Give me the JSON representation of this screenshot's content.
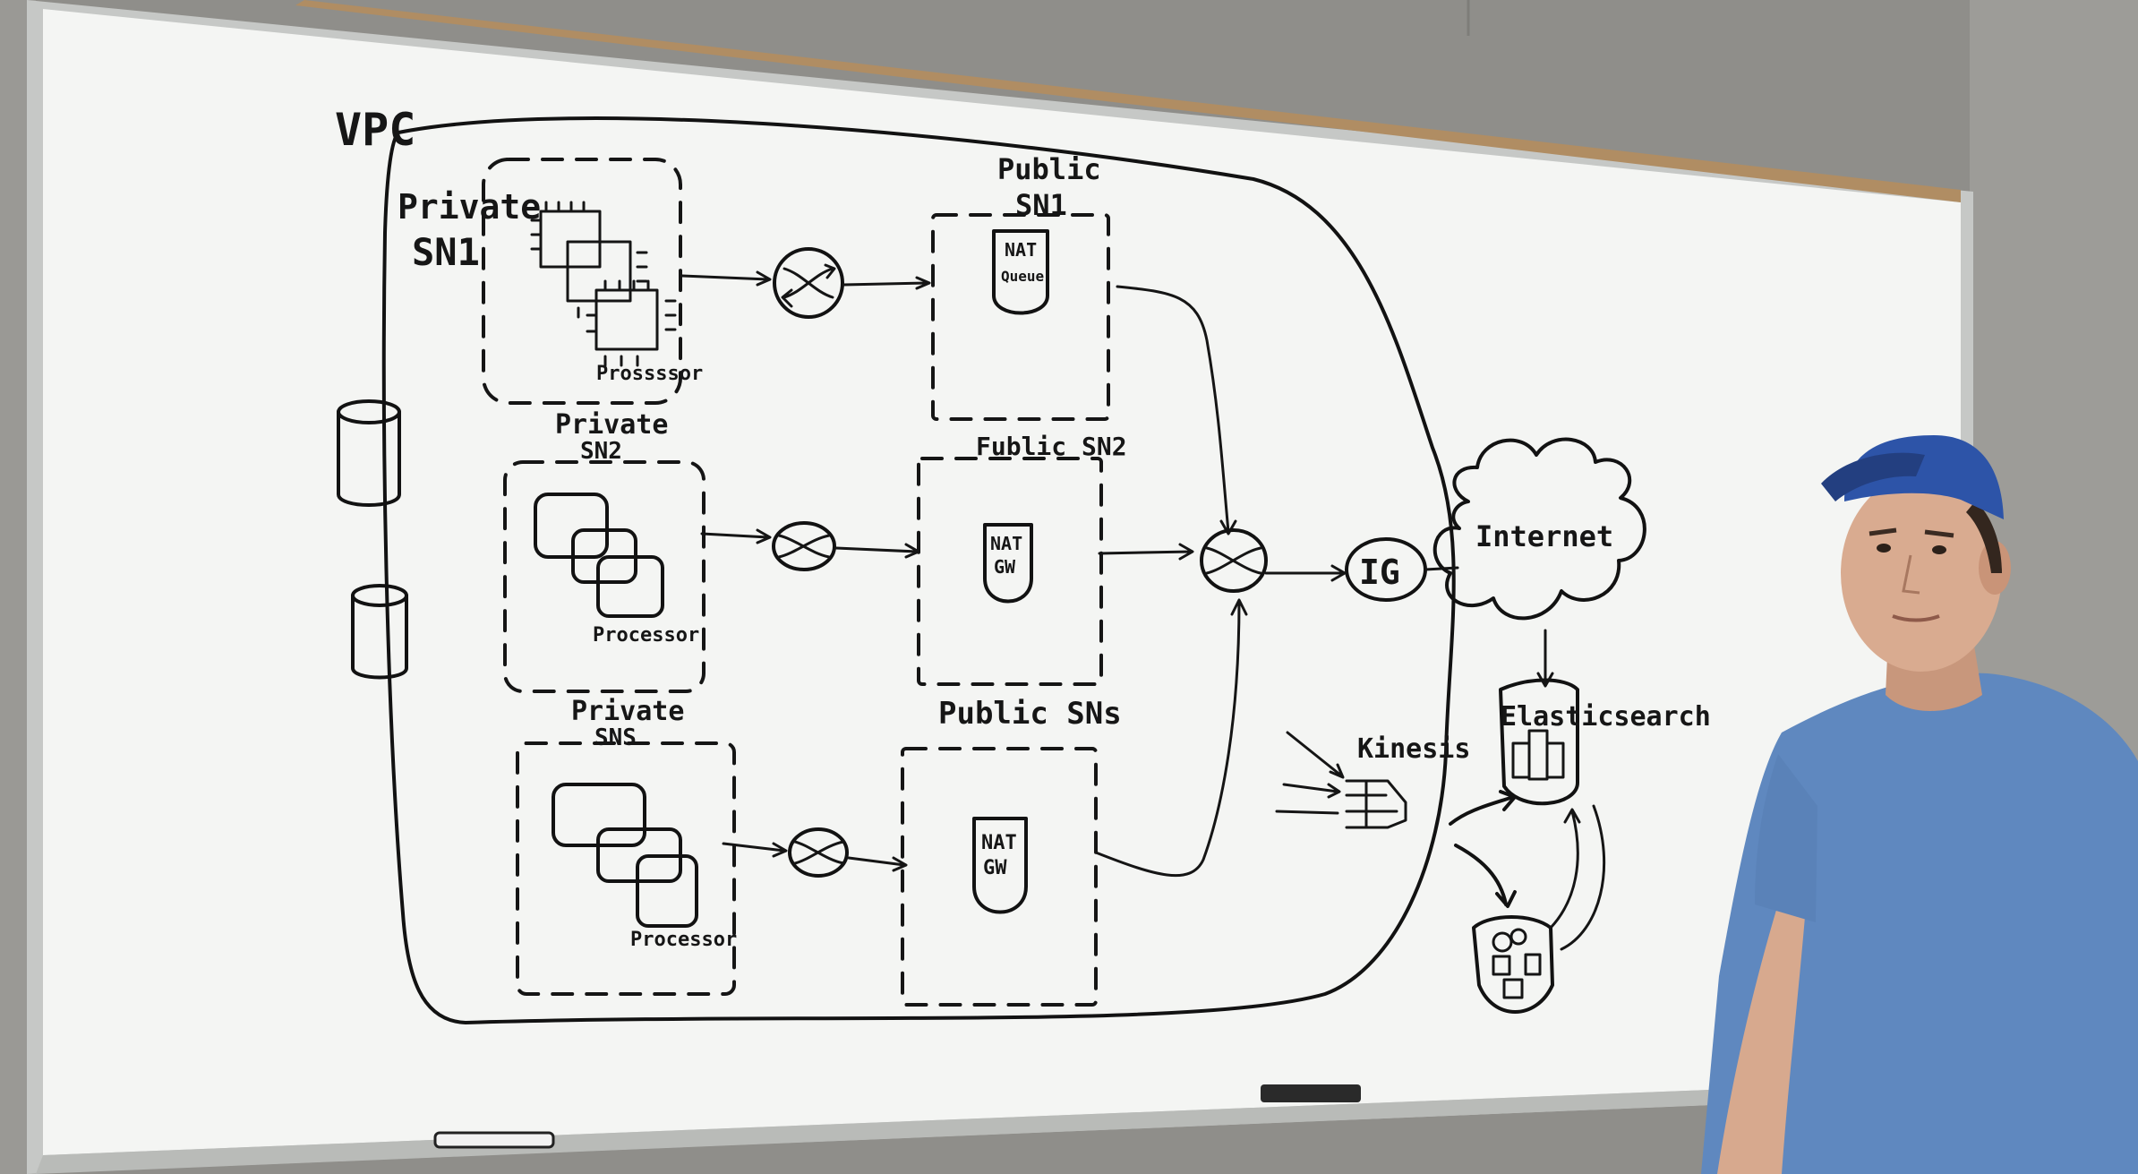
{
  "labels": {
    "vpc": "VPC",
    "private_sn1_line1": "Private",
    "private_sn1_line2": "SN1",
    "processor_1": "Prossssor",
    "public_sn1_line1": "Public",
    "public_sn1_line2": "SN1",
    "nat_queue_line1": "NAT",
    "nat_queue_line2": "Queue",
    "private_sn2_line1": "Private",
    "private_sn2_line2": "SN2",
    "processor_2": "Processor",
    "public_sn2": "Fublic SN2",
    "nat_gw_2_line1": "NAT",
    "nat_gw_2_line2": "GW",
    "private_sn3_line1": "Private",
    "private_sn3_line2": "SNS",
    "processor_3": "Processor",
    "public_sn3": "Public SNs",
    "nat_gw_3_line1": "NAT",
    "nat_gw_3_line2": "GW",
    "ig": "IG",
    "internet": "Internet",
    "kinesis": "Kinesis",
    "elasticsearch": "Elasticsearch"
  },
  "colors": {
    "wall": "#8f8e8a",
    "board": "#f4f5f3",
    "frame": "#c9cbc9",
    "ink": "#151515",
    "shirt": "#5f88bf",
    "cap": "#2d54a8",
    "skin": "#d7a98e",
    "hair": "#33261e"
  }
}
